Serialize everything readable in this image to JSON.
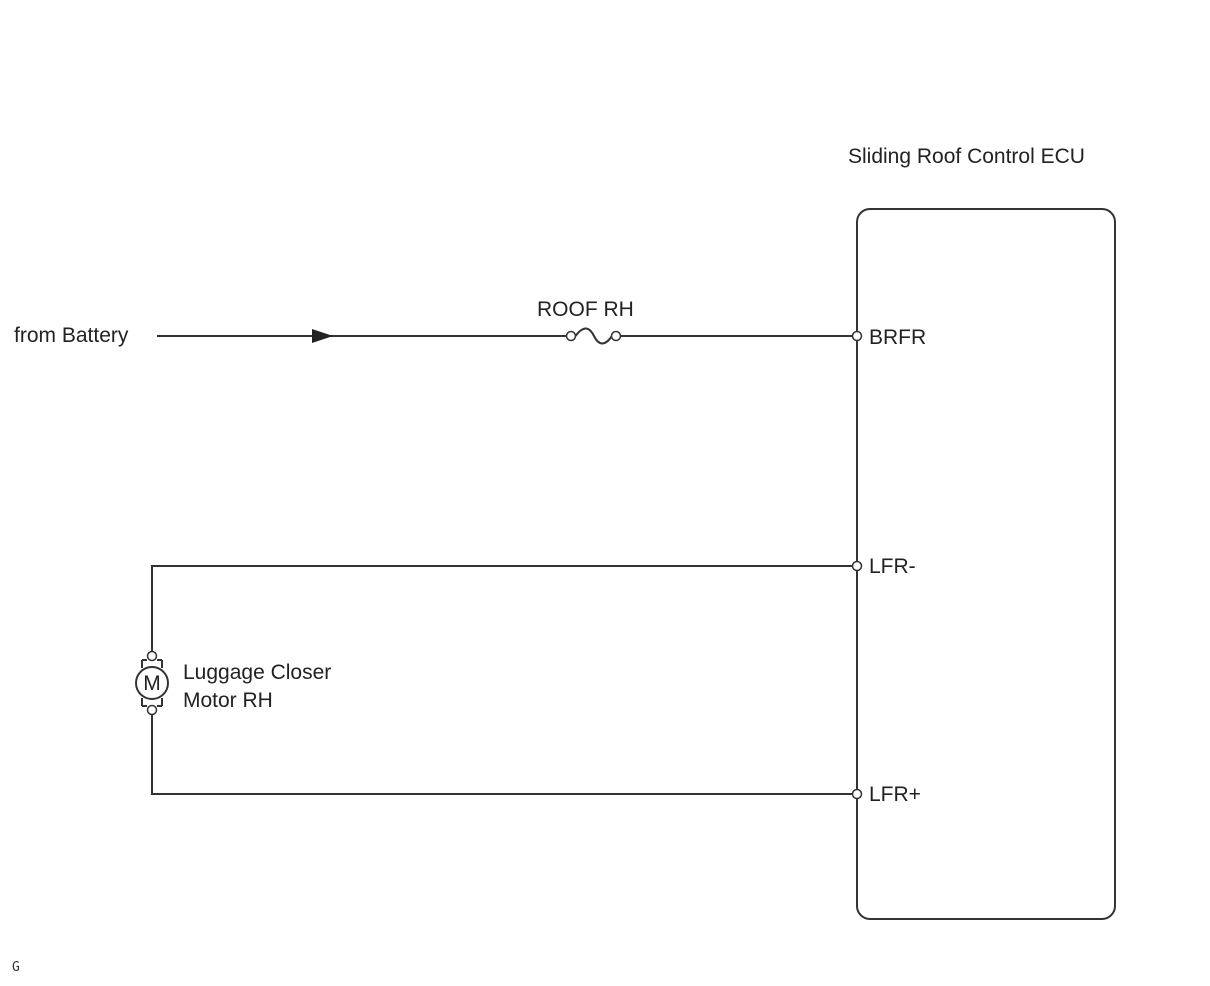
{
  "diagram": {
    "ecu_title": "Sliding Roof Control ECU",
    "source_label": "from Battery",
    "fuse_label": "ROOF RH",
    "motor_symbol": "M",
    "motor_label_line1": "Luggage Closer",
    "motor_label_line2": "Motor RH",
    "pins": {
      "brfr": "BRFR",
      "lfr_minus": "LFR-",
      "lfr_plus": "LFR+"
    },
    "corner_mark": "G"
  }
}
